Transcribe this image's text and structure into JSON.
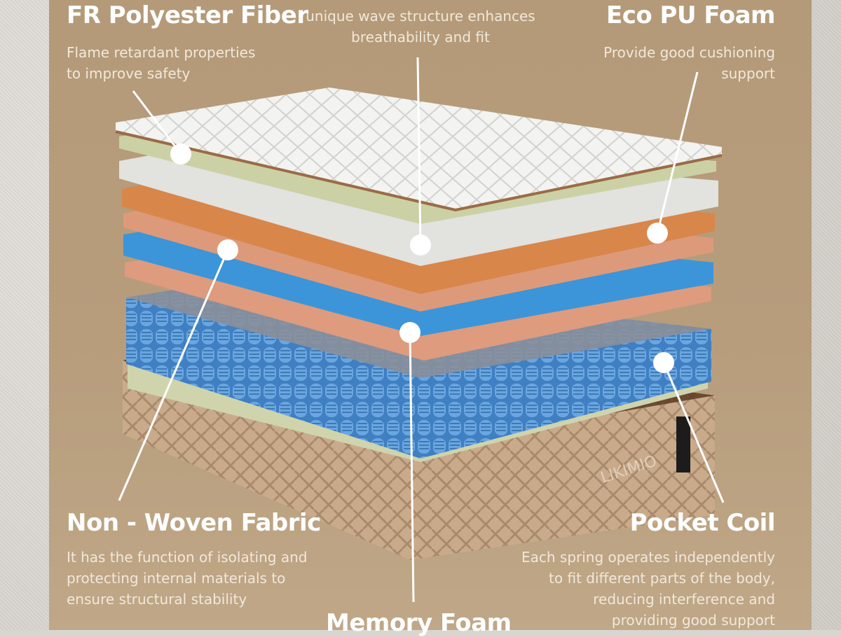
{
  "callouts": {
    "fr_polyester": {
      "title": "FR Polyester Fiber",
      "desc": [
        "Flame retardant properties",
        "to improve safety"
      ]
    },
    "wave_foam": {
      "desc": [
        "unique wave structure enhances",
        "breathability and fit"
      ]
    },
    "eco_pu": {
      "title": "Eco PU Foam",
      "desc": [
        "Provide good cushioning",
        "support"
      ]
    },
    "non_woven": {
      "title": "Non - Woven Fabric",
      "desc": [
        "It has the function of isolating and",
        "protecting internal materials to",
        "ensure structural stability"
      ]
    },
    "pocket_coil": {
      "title": "Pocket Coil",
      "desc": [
        "Each spring operates independently",
        "to fit different parts of the body,",
        "reducing interference and",
        "providing good support"
      ]
    },
    "memory_foam": {
      "title": "Memory Foam"
    }
  },
  "brand": {
    "logo_text": "LIKIMIO"
  },
  "colors": {
    "panel": "#b49a78",
    "top_quilt": "#f2f2f0",
    "green_layer": "#cdd3a8",
    "white_foam": "#e3e3e1",
    "orange_foam": "#d9874b",
    "peach_foam": "#dd9a7c",
    "blue_foam": "#3b93d6",
    "coil": "#4d8fd2",
    "base": "#c6a88a"
  },
  "icons": [
    "marker-dot",
    "leader-line"
  ]
}
